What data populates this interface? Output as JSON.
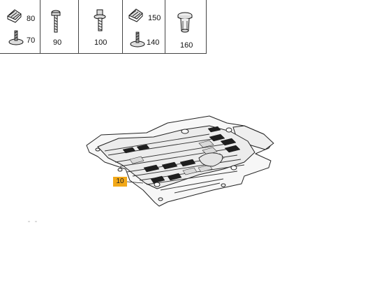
{
  "legend": {
    "cells": [
      {
        "labels": [
          "80",
          "70"
        ],
        "icons": [
          "clip-nut-icon",
          "spreading-nut-icon"
        ]
      },
      {
        "labels": [
          "90"
        ],
        "icons": [
          "screw-icon"
        ]
      },
      {
        "labels": [
          "100"
        ],
        "icons": [
          "collar-screw-icon"
        ]
      },
      {
        "labels": [
          "150",
          "140"
        ],
        "icons": [
          "clip-nut-icon",
          "spreading-nut-icon"
        ]
      },
      {
        "labels": [
          "160"
        ],
        "icons": [
          "push-rivet-icon"
        ]
      }
    ]
  },
  "diagram": {
    "part": "underbody-panel-icon",
    "callout": "10",
    "callout_color": "#f2a818"
  }
}
